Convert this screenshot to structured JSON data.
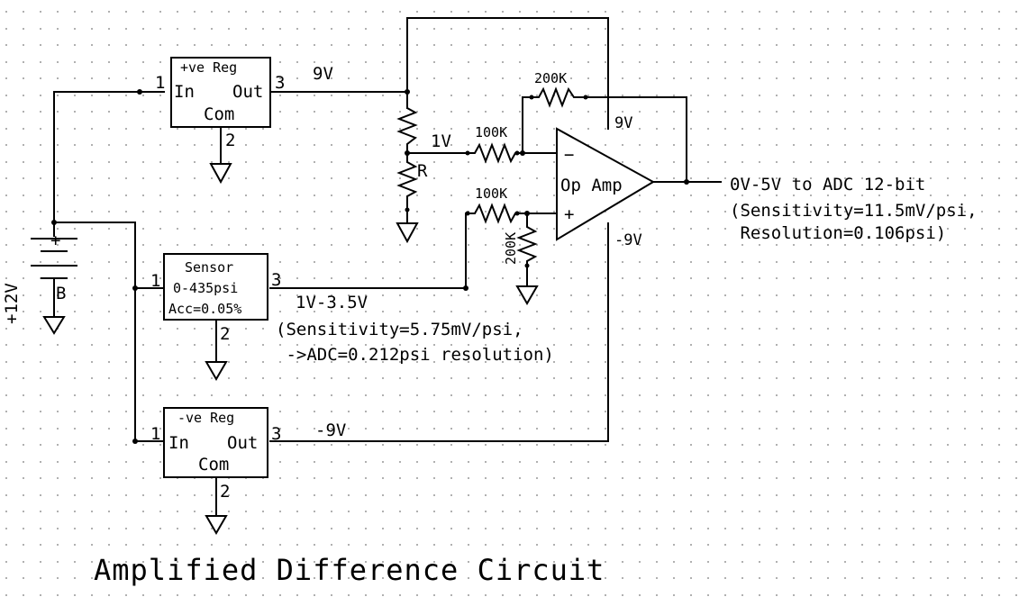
{
  "diagram": {
    "title": "Amplified Difference Circuit",
    "pos_reg": {
      "name": "+ve Reg",
      "in": "In",
      "out": "Out",
      "com": "Com",
      "pin_in": "1",
      "pin_out": "3",
      "pin_com": "2"
    },
    "neg_reg": {
      "name": "-ve Reg",
      "in": "In",
      "out": "Out",
      "com": "Com",
      "pin_in": "1",
      "pin_out": "3",
      "pin_com": "2"
    },
    "sensor": {
      "name": "Sensor",
      "range": "0-435psi",
      "acc": "Acc=0.05%",
      "pin_in": "1",
      "pin_out": "3",
      "pin_com": "2"
    },
    "battery": {
      "voltage": "+12V",
      "plus": "+",
      "name": "B"
    },
    "opamp": {
      "label": "Op Amp",
      "minus": "−",
      "plus": "+"
    },
    "labels": {
      "v9_reg": "9V",
      "v9_op": "9V",
      "vneg9_op": "-9V",
      "vneg9_reg": "-9V",
      "v1": "1V",
      "r": "R",
      "r100k_top": "100K",
      "r100k_bot": "100K",
      "r200k_fb": "200K",
      "r200k_gnd": "200K",
      "sensor_out": "1V-3.5V",
      "sensor_sens": "(Sensitivity=5.75mV/psi,",
      "sensor_res": " ->ADC=0.212psi resolution)",
      "out_line1": "0V-5V to ADC 12-bit",
      "out_line2": "(Sensitivity=11.5mV/psi,",
      "out_line3": " Resolution=0.106psi)"
    }
  }
}
